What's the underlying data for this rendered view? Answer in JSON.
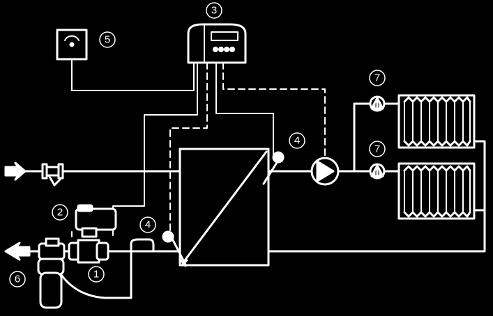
{
  "colors": {
    "background": "#000000",
    "stroke": "#ffffff"
  },
  "callouts": {
    "strainer_valve": "1",
    "actuator": "2",
    "controller": "3",
    "sensor_supply": "4",
    "sensor_return": "4",
    "room_sensor": "5",
    "return_regulator": "6",
    "trv_top": "7",
    "trv_bottom": "7"
  },
  "icons": [
    "flow-arrow-in-icon",
    "flow-arrow-out-icon",
    "strainer-icon",
    "pump-icon",
    "radiator-icon",
    "thermostatic-valve-icon",
    "temperature-sensor-icon",
    "controller-icon"
  ]
}
